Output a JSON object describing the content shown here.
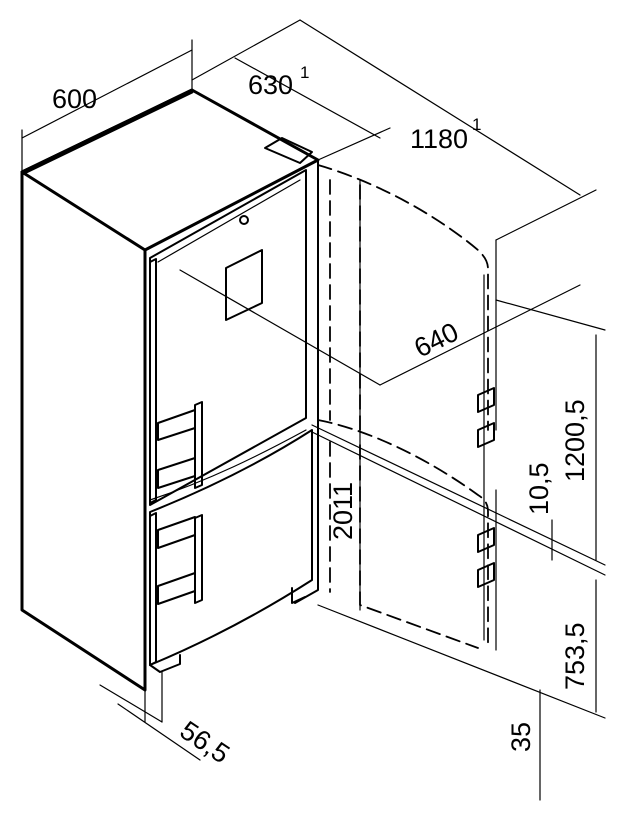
{
  "dimensions": {
    "width": "600",
    "depth": "630",
    "depth_note": "1",
    "depth_door_open": "1180",
    "depth_door_open_note": "1",
    "door_swing": "640",
    "height_total": "2011",
    "height_upper": "1200,5",
    "gap": "10,5",
    "height_lower": "753,5",
    "plinth": "35",
    "side_offset": "56,5"
  }
}
